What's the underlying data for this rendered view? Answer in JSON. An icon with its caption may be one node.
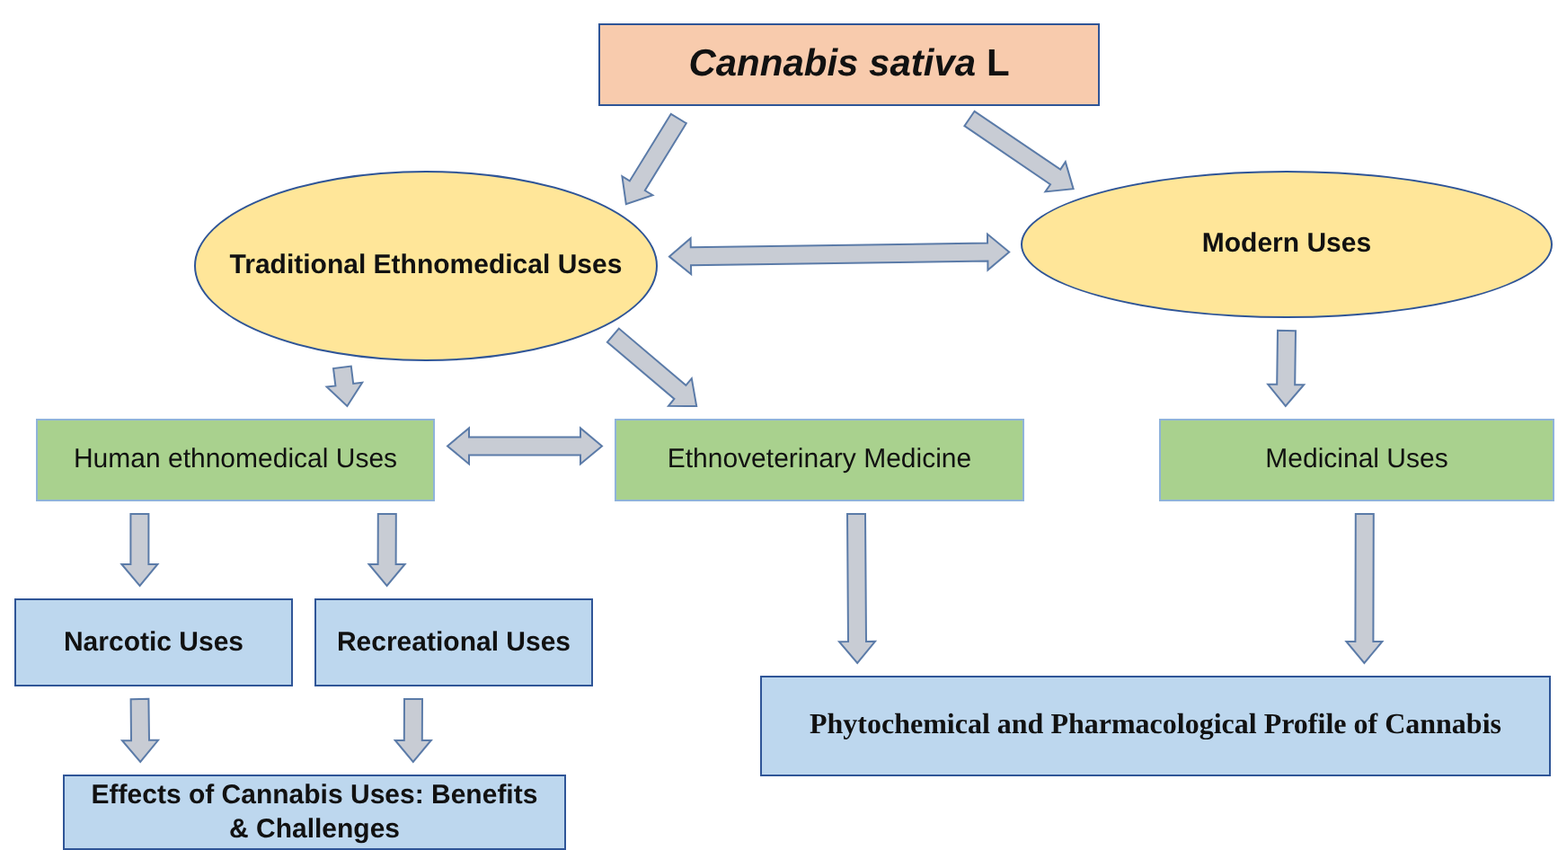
{
  "diagram": {
    "nodes": [
      {
        "text": [
          "*Cannabis sativa* L"
        ]
      },
      {
        "text": [
          "Traditional Ethnomedical Uses"
        ]
      },
      {
        "text": [
          "Modern Uses"
        ]
      },
      {
        "text": [
          "Human ethnomedical Uses"
        ]
      },
      {
        "text": [
          "Ethnoveterinary  Medicine"
        ]
      },
      {
        "text": [
          "Medicinal Uses"
        ]
      },
      {
        "text": [
          "Narcotic Uses"
        ]
      },
      {
        "text": [
          "Recreational Uses"
        ]
      },
      {
        "text": [
          "Phytochemical and Pharmacological Profile of Cannabis"
        ]
      },
      {
        "text": [
          "Effects of Cannabis Uses: Benefits  & Challenges"
        ]
      }
    ],
    "edges": [
      {
        "from": 0,
        "to": 1,
        "arrow": "to"
      },
      {
        "from": 0,
        "to": 2,
        "arrow": "to"
      },
      {
        "from": 1,
        "to": 2,
        "arrow": "both"
      },
      {
        "from": 1,
        "to": 3,
        "arrow": "to"
      },
      {
        "from": 1,
        "to": 4,
        "arrow": "to"
      },
      {
        "from": 3,
        "to": 4,
        "arrow": "both"
      },
      {
        "from": 2,
        "to": 5,
        "arrow": "to"
      },
      {
        "from": 3,
        "to": 6,
        "arrow": "to"
      },
      {
        "from": 3,
        "to": 7,
        "arrow": "to"
      },
      {
        "from": 4,
        "to": 8,
        "arrow": "to"
      },
      {
        "from": 5,
        "to": 8,
        "arrow": "to"
      },
      {
        "from": 6,
        "to": 9,
        "arrow": "to"
      },
      {
        "from": 7,
        "to": 9,
        "arrow": "to"
      }
    ]
  }
}
